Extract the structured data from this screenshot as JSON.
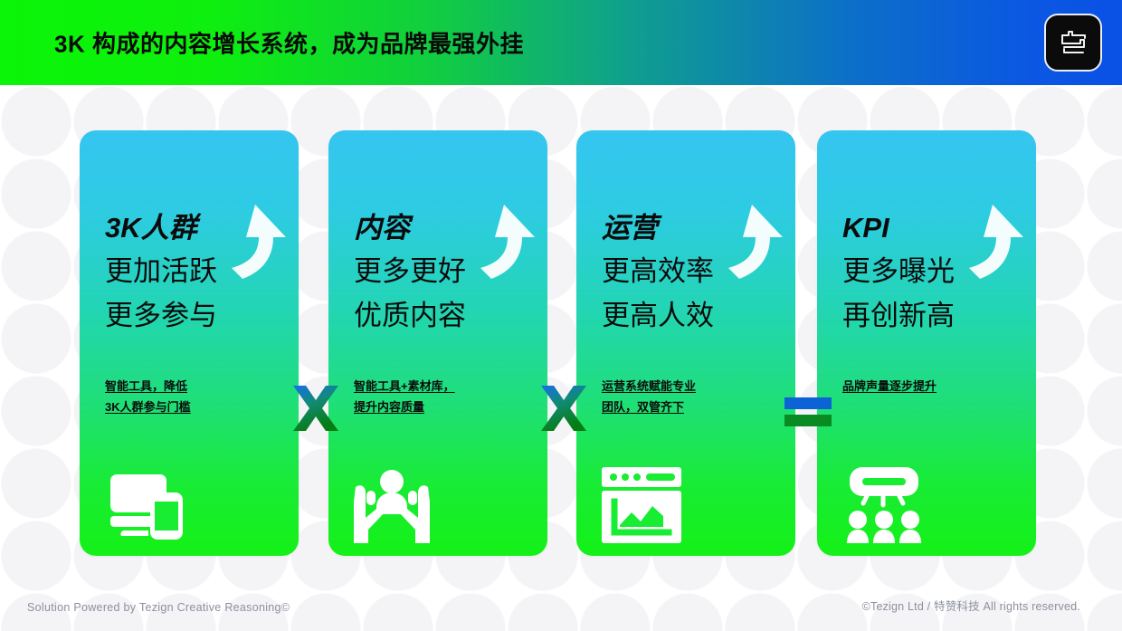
{
  "header": {
    "title": "3K 构成的内容增长系统，成为品牌最强外挂",
    "logo_icon": "tezign-logo-icon",
    "gradient_from": "#0bf508",
    "gradient_to": "#0a51e6"
  },
  "cards": [
    {
      "id": "card-audience",
      "heading": "3K人群",
      "line1": "更加活跃",
      "line2": "更多参与",
      "caption_line1": "智能工具，降低",
      "caption_line2": "3K人群参与门槛",
      "icon": "desktop-mobile-icon",
      "arrow_icon": "curved-up-arrow-icon"
    },
    {
      "id": "card-content",
      "heading": "内容",
      "line1": "更多更好",
      "line2": "优质内容",
      "caption_line1": "智能工具+素材库，",
      "caption_line2": "提升内容质量",
      "icon": "hands-holding-person-icon",
      "arrow_icon": "curved-up-arrow-icon"
    },
    {
      "id": "card-operations",
      "heading": "运营",
      "line1": "更高效率",
      "line2": "更高人效",
      "caption_line1": "运营系统赋能专业",
      "caption_line2": "团队，双管齐下",
      "icon": "browser-chart-icon",
      "arrow_icon": "curved-up-arrow-icon"
    },
    {
      "id": "card-kpi",
      "heading": "KPI",
      "line1": "更多曝光",
      "line2": "再创新高",
      "caption_line1": "品牌声量逐步提升",
      "caption_line2": "",
      "icon": "broadcast-audience-icon",
      "arrow_icon": "curved-up-arrow-icon"
    }
  ],
  "operators": [
    {
      "id": "operator-multiply-1",
      "symbol": "X",
      "name": "multiply-icon"
    },
    {
      "id": "operator-multiply-2",
      "symbol": "X",
      "name": "multiply-icon"
    },
    {
      "id": "operator-equals",
      "symbol": "=",
      "name": "equals-icon"
    }
  ],
  "operator_colors": {
    "top": "#0b63d6",
    "bottom": "#0a8a22"
  },
  "card_gradient": {
    "top": "#35c5f0",
    "bottom": "#14f117"
  },
  "footer": {
    "left": "Solution Powered by Tezign Creative Reasoning©",
    "right": "©Tezign Ltd / 特赞科技 All rights reserved."
  }
}
